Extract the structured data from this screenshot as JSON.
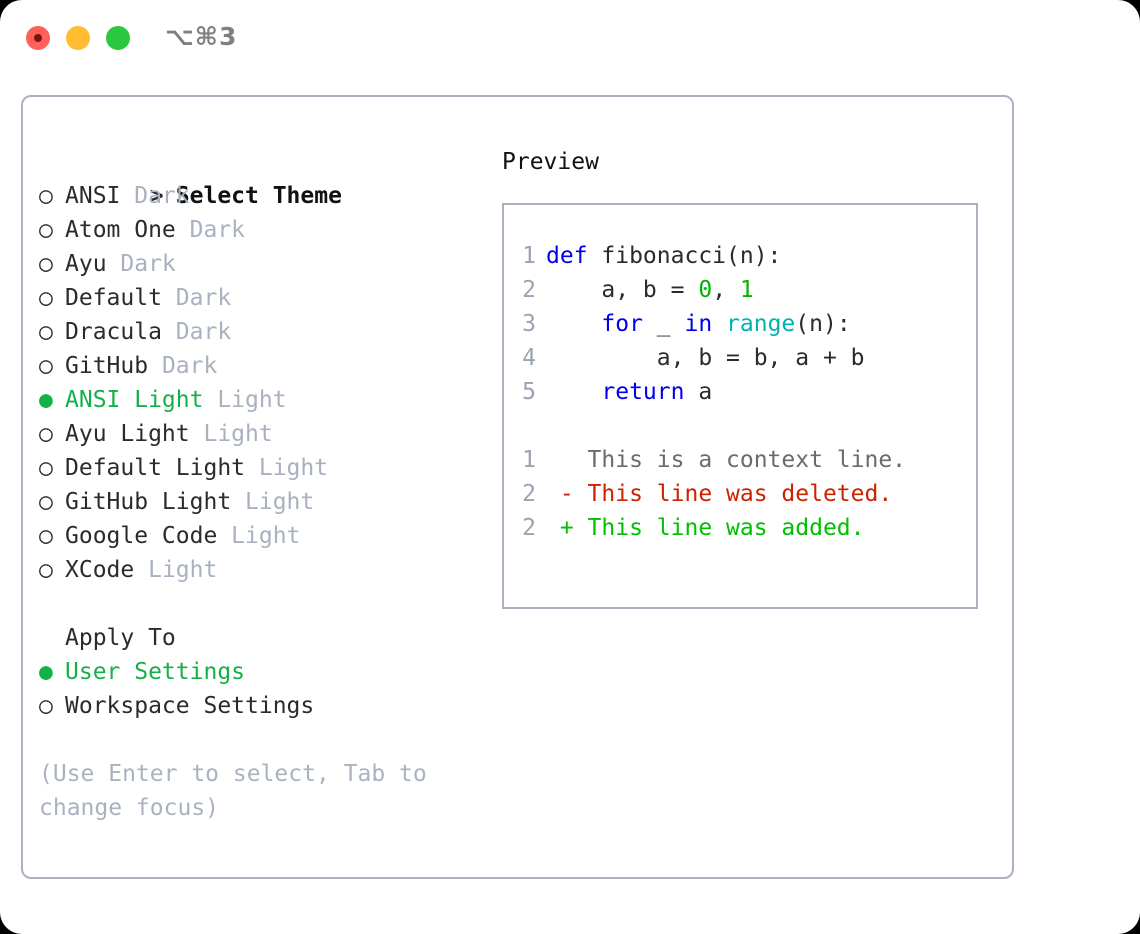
{
  "titlebar": {
    "shortcut": "⌥⌘3",
    "buttons": [
      {
        "name": "close",
        "color": "#ff6159"
      },
      {
        "name": "minimize",
        "color": "#ffbd2f"
      },
      {
        "name": "maximize",
        "color": "#28c841"
      }
    ]
  },
  "theme_picker": {
    "header_prefix": "> ",
    "header": "Select Theme",
    "bullet_selected": "●",
    "bullet_unselected": "○",
    "items": [
      {
        "label": "ANSI",
        "tag": "Dark",
        "selected": false
      },
      {
        "label": "Atom One",
        "tag": "Dark",
        "selected": false
      },
      {
        "label": "Ayu",
        "tag": "Dark",
        "selected": false
      },
      {
        "label": "Default",
        "tag": "Dark",
        "selected": false
      },
      {
        "label": "Dracula",
        "tag": "Dark",
        "selected": false
      },
      {
        "label": "GitHub",
        "tag": "Dark",
        "selected": false
      },
      {
        "label": "ANSI Light",
        "tag": "Light",
        "selected": true
      },
      {
        "label": "Ayu Light",
        "tag": "Light",
        "selected": false
      },
      {
        "label": "Default Light",
        "tag": "Light",
        "selected": false
      },
      {
        "label": "GitHub Light",
        "tag": "Light",
        "selected": false
      },
      {
        "label": "Google Code",
        "tag": "Light",
        "selected": false
      },
      {
        "label": "XCode",
        "tag": "Light",
        "selected": false
      }
    ]
  },
  "apply_to": {
    "label": "Apply To",
    "options": [
      {
        "label": "User Settings",
        "selected": true
      },
      {
        "label": "Workspace Settings",
        "selected": false
      }
    ]
  },
  "hint": "(Use Enter to select, Tab to change focus)",
  "preview": {
    "title": "Preview",
    "code_lines": [
      {
        "num": "1",
        "segments": [
          {
            "t": "def",
            "c": "kw"
          },
          {
            "t": " fibonacci(n):",
            "c": ""
          }
        ]
      },
      {
        "num": "2",
        "segments": [
          {
            "t": "    a, b = ",
            "c": ""
          },
          {
            "t": "0",
            "c": "num"
          },
          {
            "t": ", ",
            "c": ""
          },
          {
            "t": "1",
            "c": "num"
          }
        ]
      },
      {
        "num": "3",
        "segments": [
          {
            "t": "    ",
            "c": ""
          },
          {
            "t": "for",
            "c": "kw"
          },
          {
            "t": " _ ",
            "c": ""
          },
          {
            "t": "in",
            "c": "kw"
          },
          {
            "t": " ",
            "c": ""
          },
          {
            "t": "range",
            "c": "bi"
          },
          {
            "t": "(n):",
            "c": ""
          }
        ]
      },
      {
        "num": "4",
        "segments": [
          {
            "t": "        a, b = b, a + b",
            "c": ""
          }
        ]
      },
      {
        "num": "5",
        "segments": [
          {
            "t": "    ",
            "c": ""
          },
          {
            "t": "return",
            "c": "kw"
          },
          {
            "t": " a",
            "c": ""
          }
        ]
      }
    ],
    "diff_lines": [
      {
        "num": "1",
        "marker": "  ",
        "text": "This is a context line.",
        "kind": "ctx"
      },
      {
        "num": "2",
        "marker": "- ",
        "text": "This line was deleted.",
        "kind": "del"
      },
      {
        "num": "2",
        "marker": "+ ",
        "text": "This line was added.",
        "kind": "add"
      }
    ]
  },
  "colors": {
    "accent_green": "#16b04a",
    "keyword_blue": "#0000ee",
    "builtin_cyan": "#00b2b2",
    "number_green": "#00b400",
    "diff_add": "#00c000",
    "diff_del": "#cc2200",
    "muted": "#a9b1c1",
    "border": "#aab2c0"
  }
}
